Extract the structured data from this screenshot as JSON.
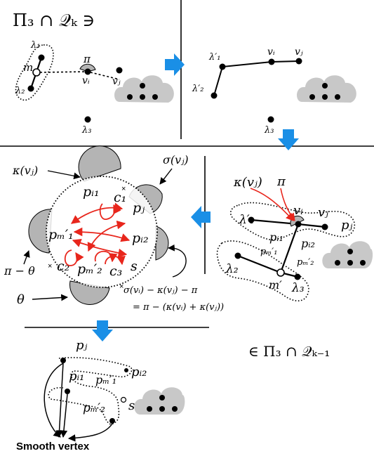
{
  "panel1": {
    "heading": "Π₃ ∩ 𝒬ₖ ∋",
    "labels": {
      "lambda1": "λ₁",
      "lambda2": "λ₂",
      "m": "m",
      "pi": "π",
      "vi": "vᵢ",
      "vj": "vⱼ",
      "lambda3": "λ₃"
    }
  },
  "panel2": {
    "labels": {
      "lambda1p": "λ′₁",
      "lambda2p": "λ′₂",
      "vi": "vᵢ",
      "vj": "vⱼ",
      "lambda3": "λ₃"
    }
  },
  "panel3": {
    "labels": {
      "kappa": "κ(vⱼ)",
      "sigma": "σ(vⱼ)",
      "pi1": "pᵢ₁",
      "c1": "c₁",
      "pj": "pⱼ",
      "pm1": "pₘ′₁",
      "pi2": "pᵢ₂",
      "c2": "c₂",
      "pm2": "pₘ′₂",
      "c3": "c₃",
      "s": "s",
      "pitheta": "π − θ",
      "theta": "θ"
    },
    "formula_line1": "σ(vᵢ) − κ(vⱼ) − π",
    "formula_line2": "= π − (κ(vᵢ) + κ(vⱼ))"
  },
  "panel4": {
    "labels": {
      "kappa": "κ(vⱼ)",
      "pi": "π",
      "vi": "vᵢ",
      "vj": "vⱼ",
      "lambda1p": "λ′₁",
      "pj": "pⱼ",
      "pi1": "pᵢ₁",
      "pi2": "pᵢ₂",
      "pm1": "pₘ′₁",
      "pm2": "pₘ′₂",
      "lambda2": "λ₂",
      "mp": "m′",
      "lambda3": "λ₃"
    }
  },
  "panel5": {
    "heading": "∈ Π₃ ∩ 𝒬ₖ₋₁",
    "labels": {
      "pj": "pⱼ",
      "pi1": "pᵢ₁",
      "pm1": "pₘ′₁",
      "pi2": "pᵢ₂",
      "pm2": "pₘ′₂",
      "s": "s"
    },
    "smooth_vertex": "Smooth vertex"
  },
  "colors": {
    "flow_arrow": "#1a8fe6",
    "curve_red": "#e8261c",
    "cloud_gray": "#c8c8c8",
    "sector_gray": "#b4b4b4"
  }
}
